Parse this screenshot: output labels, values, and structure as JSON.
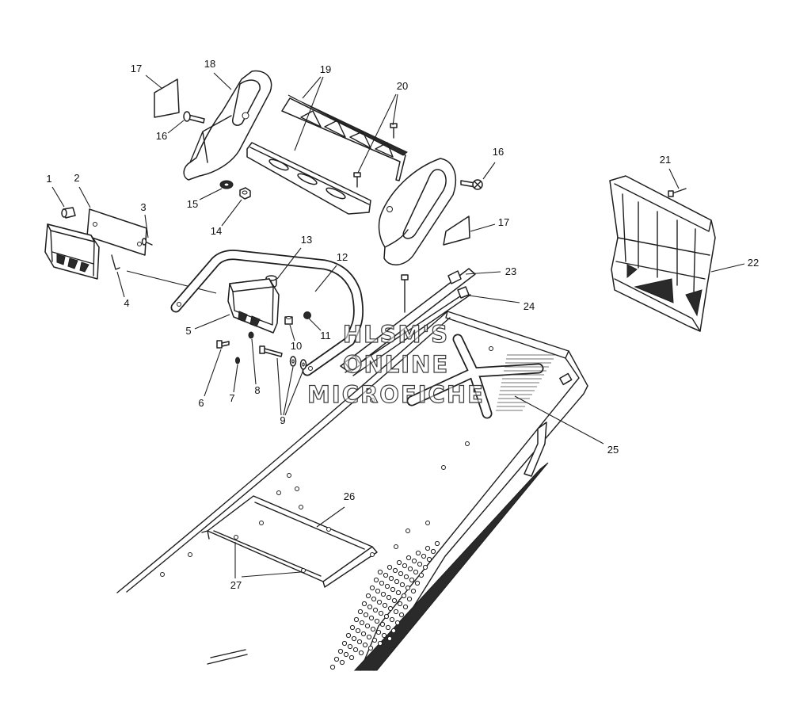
{
  "callouts": [
    "17",
    "18",
    "19",
    "20",
    "16",
    "15",
    "14",
    "16",
    "17",
    "1",
    "2",
    "3",
    "4",
    "13",
    "12",
    "5",
    "21",
    "22",
    "23",
    "24",
    "11",
    "10",
    "6",
    "7",
    "8",
    "9",
    "25",
    "26",
    "27"
  ],
  "watermark": {
    "line1": "HLSM'S",
    "line2": "ONLINE",
    "line3": "MICROFICHE"
  }
}
